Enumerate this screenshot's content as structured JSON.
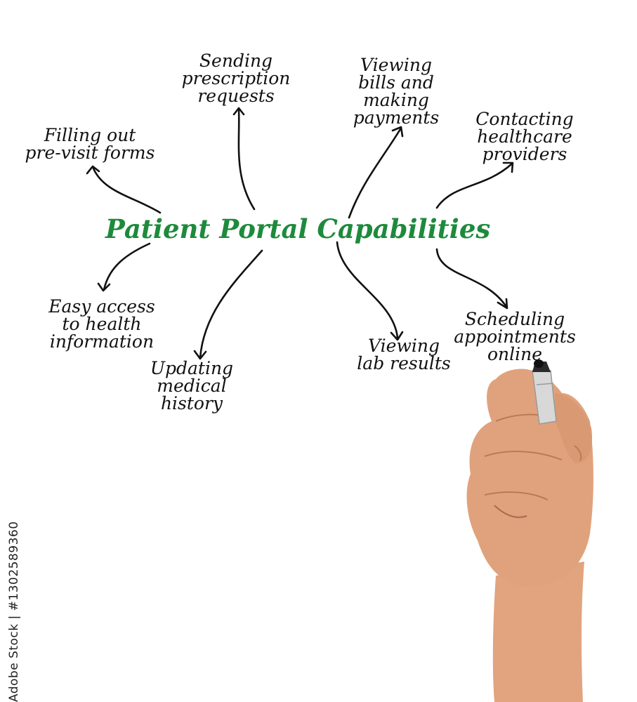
{
  "diagram": {
    "title": "Patient Portal Capabilities",
    "title_color": "#1e8a3c",
    "text_color": "#111111",
    "nodes": [
      "Filling out\npre-visit forms",
      "Sending\nprescription\nrequests",
      "Viewing\nbills and\nmaking\npayments",
      "Contacting\nhealthcare\nproviders",
      "Easy access\nto health\ninformation",
      "Updating\nmedical\nhistory",
      "Viewing\nlab results",
      "Scheduling\nappointments\nonline"
    ]
  },
  "scene": {
    "hand_with_marker": "hand-holding-marker",
    "skin_color": "#e0a27c",
    "marker_color": "#d8d8d8"
  },
  "watermark": {
    "text": "Adobe Stock | #1302589360"
  }
}
